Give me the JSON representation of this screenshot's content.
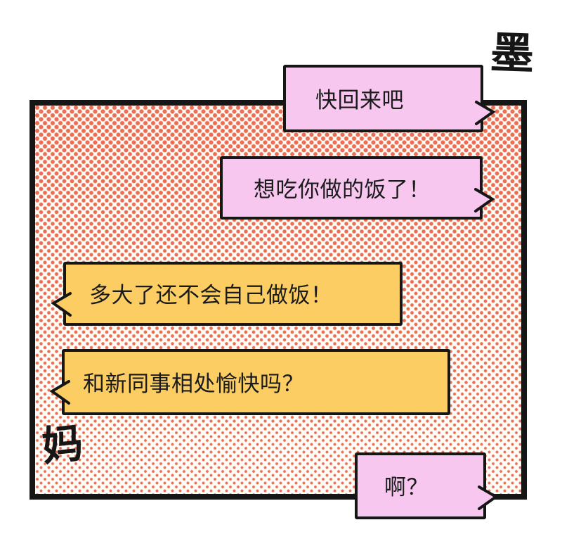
{
  "comic": {
    "speaker_labels": {
      "top_right": "墨",
      "bottom_left": "妈"
    },
    "bubbles": [
      {
        "speaker_label": "墨",
        "text": "快回来吧",
        "style": "pink",
        "tail_direction": "right"
      },
      {
        "speaker_label": "墨",
        "text": "想吃你做的饭了！",
        "style": "pink",
        "tail_direction": "right"
      },
      {
        "speaker_label": "妈",
        "text": "多大了还不会自己做饭！",
        "style": "yellow",
        "tail_direction": "left"
      },
      {
        "speaker_label": "妈",
        "text": "和新同事相处愉快吗？",
        "style": "yellow",
        "tail_direction": "left"
      },
      {
        "speaker_label": "墨",
        "text": "啊？",
        "style": "pink",
        "tail_direction": "right"
      }
    ],
    "colors": {
      "pink": "#f7c7f0",
      "yellow": "#fbcd63",
      "dot": "#eb6e54",
      "ink": "#161616",
      "paper": "#fffdf8"
    }
  }
}
